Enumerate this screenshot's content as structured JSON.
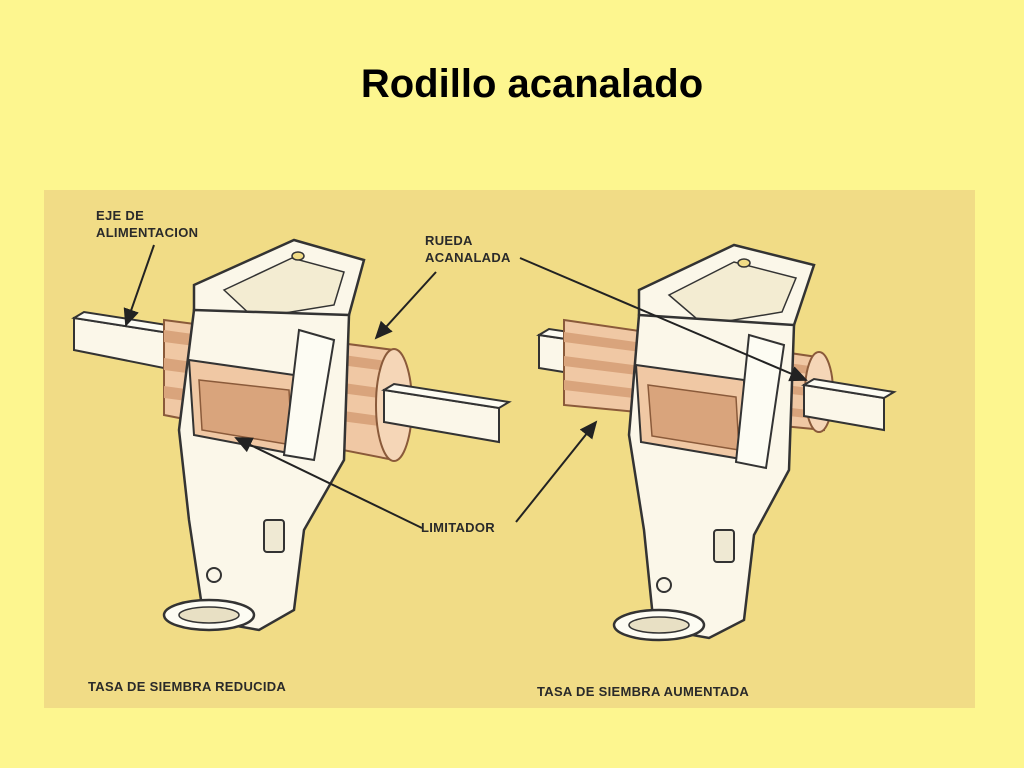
{
  "slide": {
    "title": "Rodillo acanalado"
  },
  "figure": {
    "labels": {
      "feed_shaft": [
        "EJE DE",
        "ALIMENTACION"
      ],
      "fluted_wheel": [
        "RUEDA",
        "ACANALADA"
      ],
      "limiter": "LIMITADOR",
      "reduced_rate": "TASA DE SIEMBRA REDUCIDA",
      "increased_rate": "TASA DE SIEMBRA AUMENTADA"
    },
    "colors": {
      "background": "#fdf68f",
      "panel": "#f1dc86",
      "roller": "#f0c8a4",
      "roller_shadow": "#d9a47c",
      "housing": "#fbf7e9",
      "outline": "#333333"
    }
  }
}
